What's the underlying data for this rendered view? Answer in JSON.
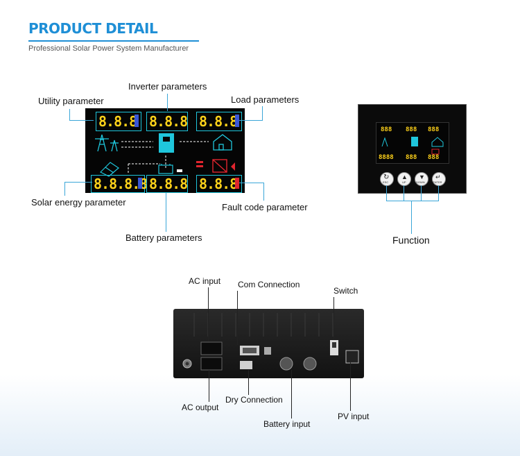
{
  "header": {
    "title": "PRODUCT DETAIL",
    "subtitle": "Professional Solar Power System Manufacturer"
  },
  "display_labels": {
    "utility": "Utility parameter",
    "inverter": "Inverter parameters",
    "load": "Load parameters",
    "solar": "Solar energy parameter",
    "fault": "Fault code parameter",
    "battery": "Battery parameters"
  },
  "lcd": {
    "utility": "8.8.8",
    "inverter": "8.8.8",
    "load": "8.8.8",
    "solar": "8.8.8.8",
    "battery": "8.8.8",
    "fault": "8.8.8"
  },
  "panel": {
    "function_label": "Function",
    "buttons": [
      "ESC",
      "UP",
      "DOWN",
      "ENTER"
    ]
  },
  "rear_labels": {
    "ac_input": "AC input",
    "com_connection": "Com Connection",
    "switch": "Switch",
    "ac_output": "AC output",
    "dry_connection": "Dry Connection",
    "battery_input": "Battery input",
    "pv_input": "PV input"
  },
  "colors": {
    "accent": "#1f8fd6",
    "leader_lines": "#3aa6d8",
    "lcd_digits": "#ffd21a",
    "lcd_icons": "#1fc6dc"
  }
}
